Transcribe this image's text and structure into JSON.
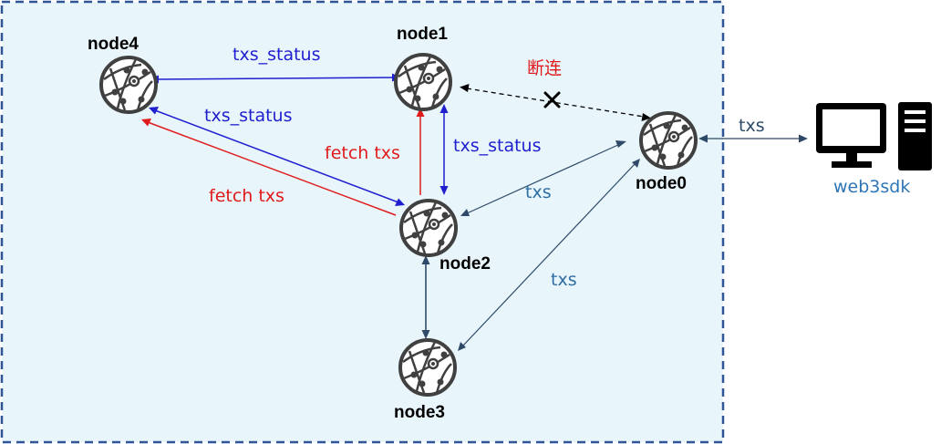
{
  "colors": {
    "cluster_fill": "#E8F5FB",
    "cluster_border": "#2F5597",
    "node_icon": "#404040",
    "blue": "#1F1FCF",
    "red": "#E01B1B",
    "navy": "#2E4A68",
    "txs_text": "#2E6DA4",
    "sdk_text": "#2E75B6",
    "black": "#000000"
  },
  "nodes": {
    "node0": {
      "label": "node0",
      "icon": "network-node-icon"
    },
    "node1": {
      "label": "node1",
      "icon": "network-node-icon"
    },
    "node2": {
      "label": "node2",
      "icon": "network-node-icon"
    },
    "node3": {
      "label": "node3",
      "icon": "network-node-icon"
    },
    "node4": {
      "label": "node4",
      "icon": "network-node-icon"
    }
  },
  "client": {
    "label": "web3sdk",
    "icon": "computer-icon"
  },
  "edges": {
    "n4_n1": {
      "label": "txs_status"
    },
    "n4_n2": {
      "label": "txs_status"
    },
    "n2_n4": {
      "label": "fetch txs"
    },
    "n2_n1": {
      "label": "fetch txs"
    },
    "n1_n2": {
      "label": "txs_status"
    },
    "n0_n2": {
      "label": "txs"
    },
    "n0_n3": {
      "label": "txs"
    },
    "n0_sdk": {
      "label": "txs"
    },
    "n1_n0": {
      "label": "断连"
    }
  }
}
